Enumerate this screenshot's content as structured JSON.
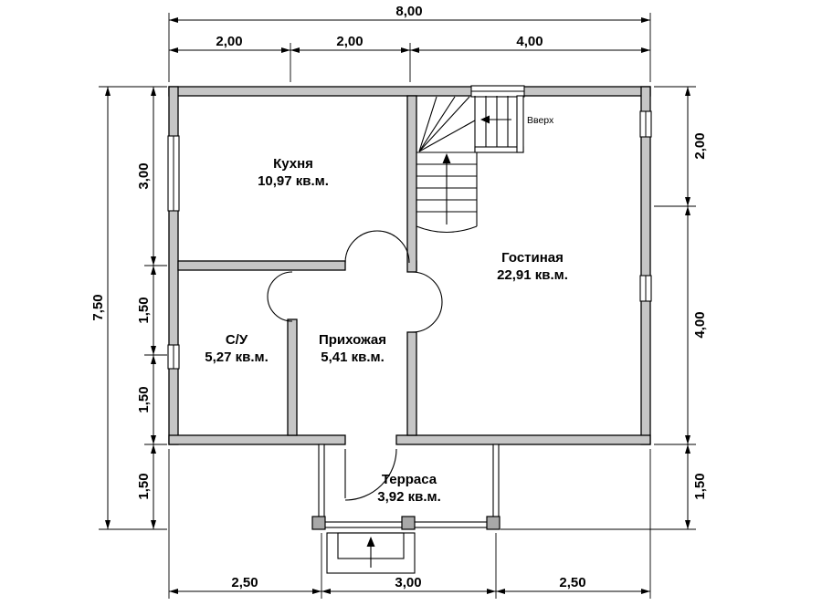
{
  "plan": {
    "rooms": [
      {
        "name": "Кухня",
        "area": "10,97 кв.м."
      },
      {
        "name": "Гостиная",
        "area": "22,91 кв.м."
      },
      {
        "name": "С/У",
        "area": "5,27 кв.м."
      },
      {
        "name": "Прихожая",
        "area": "5,41 кв.м."
      },
      {
        "name": "Терраса",
        "area": "3,92 кв.м."
      }
    ],
    "stairs": {
      "up_label": "Вверх"
    }
  },
  "dimensions": {
    "top": {
      "total": "8,00",
      "segments": [
        "2,00",
        "2,00",
        "4,00"
      ]
    },
    "left": {
      "total": "7,50",
      "segments": [
        "3,00",
        "1,50",
        "1,50",
        "1,50"
      ]
    },
    "right": {
      "segments": [
        "2,00",
        "4,00",
        "1,50"
      ]
    },
    "bottom": {
      "segments": [
        "2,50",
        "3,00",
        "2,50"
      ]
    }
  },
  "colors": {
    "wall_fill": "#c6c6c6",
    "line": "#000000",
    "background": "#ffffff"
  }
}
